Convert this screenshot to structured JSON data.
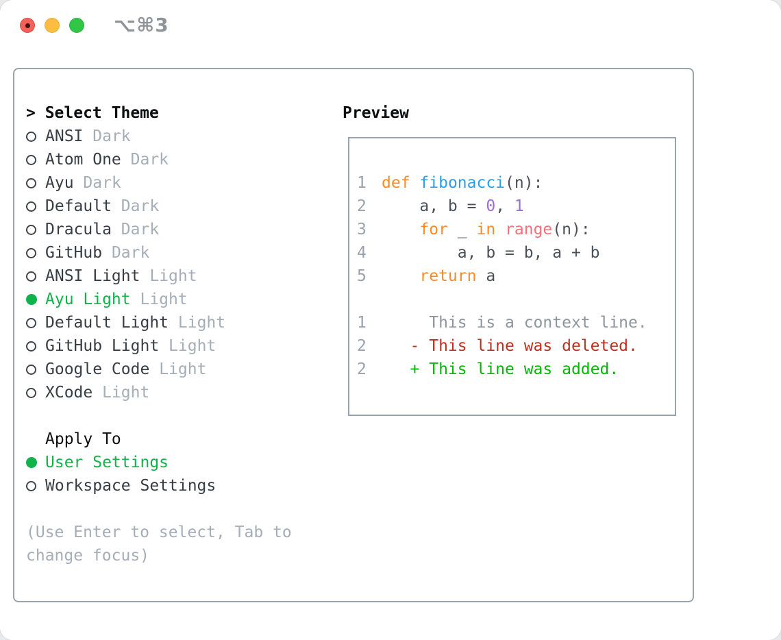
{
  "window": {
    "title": "⌥⌘3",
    "traffic_lights": [
      "close",
      "minimize",
      "zoom"
    ]
  },
  "colors": {
    "selection_green": "#12b24a",
    "item_text": "#373d44",
    "heading_black": "#0c0e10",
    "muted_gray": "#a5adb7",
    "panel_border": "#9aa2ac",
    "line_number": "#9aa3ad",
    "code_fg": "#4b5158",
    "keyword_orange": "#fb8b28",
    "function_blue": "#2d9fe6",
    "constant_purple": "#9c6fd3",
    "builtin_coral": "#f5707a",
    "diff_context": "#8d959e",
    "diff_deleted": "#c22d1d",
    "diff_added": "#01b801",
    "titlebar_text": "#8e9398",
    "traffic_red": "#f4605a",
    "traffic_yellow": "#fcbd41",
    "traffic_green": "#32c649"
  },
  "theme_selector": {
    "header": "> Select Theme",
    "options": [
      {
        "name": "ANSI",
        "variant": "Dark",
        "selected": false
      },
      {
        "name": "Atom One",
        "variant": "Dark",
        "selected": false
      },
      {
        "name": "Ayu",
        "variant": "Dark",
        "selected": false
      },
      {
        "name": "Default",
        "variant": "Dark",
        "selected": false
      },
      {
        "name": "Dracula",
        "variant": "Dark",
        "selected": false
      },
      {
        "name": "GitHub",
        "variant": "Dark",
        "selected": false
      },
      {
        "name": "ANSI Light",
        "variant": "Light",
        "selected": false
      },
      {
        "name": "Ayu Light",
        "variant": "Light",
        "selected": true
      },
      {
        "name": "Default Light",
        "variant": "Light",
        "selected": false
      },
      {
        "name": "GitHub Light",
        "variant": "Light",
        "selected": false
      },
      {
        "name": "Google Code",
        "variant": "Light",
        "selected": false
      },
      {
        "name": "XCode",
        "variant": "Light",
        "selected": false
      }
    ],
    "apply_to": {
      "header": "Apply To",
      "options": [
        {
          "label": "User Settings",
          "selected": true
        },
        {
          "label": "Workspace Settings",
          "selected": false
        }
      ]
    },
    "hint_lines": [
      "(Use Enter to select, Tab to",
      "change focus)"
    ]
  },
  "preview": {
    "header": "Preview",
    "code_lines": [
      {
        "num": "1",
        "tokens": [
          [
            "def",
            "keyword_orange"
          ],
          [
            " ",
            "code_fg"
          ],
          [
            "fibonacci",
            "function_blue"
          ],
          [
            "(n):",
            "code_fg"
          ]
        ]
      },
      {
        "num": "2",
        "tokens": [
          [
            "    a, b = ",
            "code_fg"
          ],
          [
            "0",
            "constant_purple"
          ],
          [
            ", ",
            "code_fg"
          ],
          [
            "1",
            "constant_purple"
          ]
        ]
      },
      {
        "num": "3",
        "tokens": [
          [
            "    ",
            "code_fg"
          ],
          [
            "for",
            "keyword_orange"
          ],
          [
            " _ ",
            "code_fg"
          ],
          [
            "in",
            "keyword_orange"
          ],
          [
            " ",
            "code_fg"
          ],
          [
            "range",
            "builtin_coral"
          ],
          [
            "(n):",
            "code_fg"
          ]
        ]
      },
      {
        "num": "4",
        "tokens": [
          [
            "        a, b = b, a + b",
            "code_fg"
          ]
        ]
      },
      {
        "num": "5",
        "tokens": [
          [
            "    ",
            "code_fg"
          ],
          [
            "return",
            "keyword_orange"
          ],
          [
            " a",
            "code_fg"
          ]
        ]
      }
    ],
    "diff_lines": [
      {
        "num": "1",
        "text": "     This is a context line.",
        "kind": "diff_context"
      },
      {
        "num": "2",
        "text": "   - This line was deleted.",
        "kind": "diff_deleted"
      },
      {
        "num": "2",
        "text": "   + This line was added.",
        "kind": "diff_added"
      }
    ]
  }
}
